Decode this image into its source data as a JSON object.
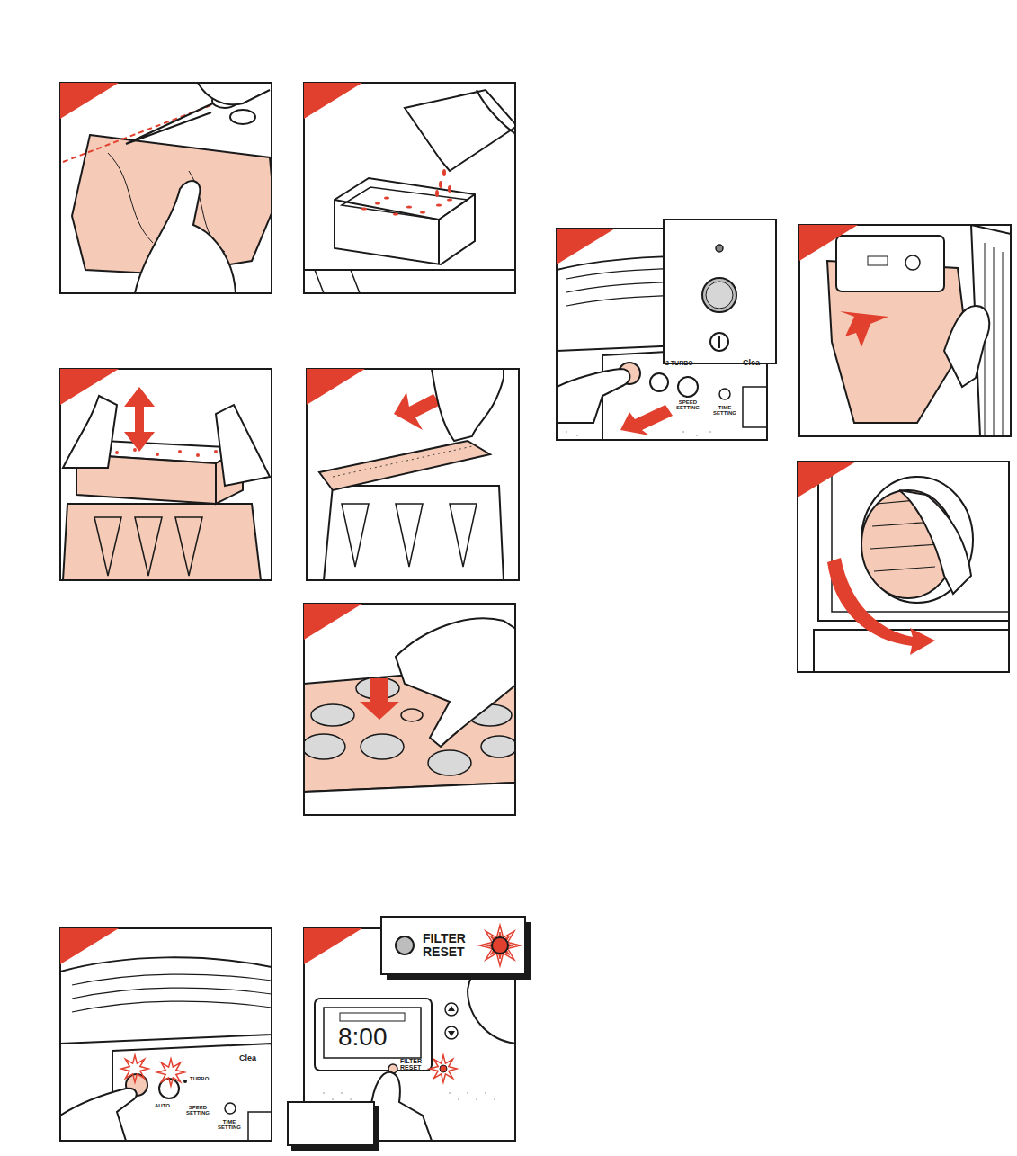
{
  "diagram": {
    "labels": [
      "2 TURBO",
      "Clea",
      "SPEED SETTING",
      "TIME SETTING",
      "TURBO",
      "Clea",
      "AUTO",
      "SPEED SETTING",
      "TIME SETTING",
      "FILTER RESET",
      "8:00",
      "FILTER RESET"
    ]
  }
}
